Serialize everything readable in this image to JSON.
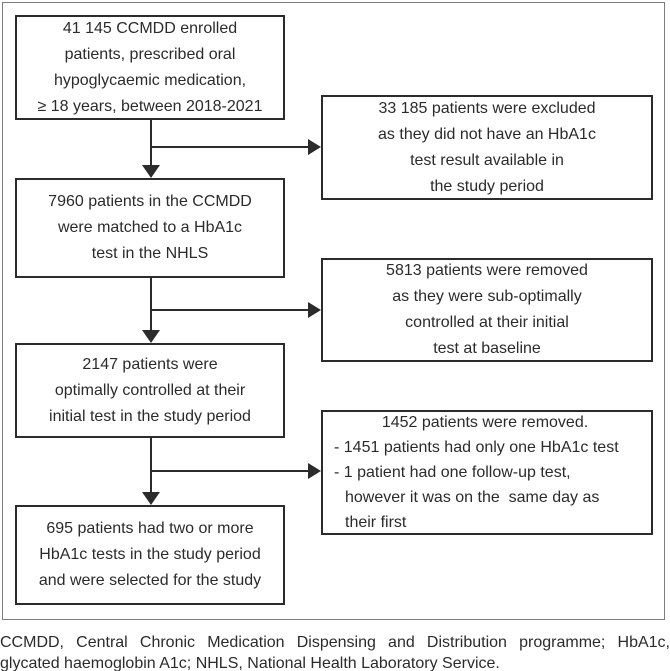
{
  "figure": {
    "left_boxes": [
      {
        "id": "enrolled",
        "lines": [
          "41 145 CCMDD enrolled",
          "patients, prescribed oral",
          "hypoglycaemic medication,",
          "≥ 18 years, between 2018-2021"
        ]
      },
      {
        "id": "matched",
        "lines": [
          "7960 patients in the CCMDD",
          "were matched to a HbA1c",
          "test in the NHLS"
        ]
      },
      {
        "id": "optimal",
        "lines": [
          "2147 patients were",
          "optimally controlled at their",
          "initial test in the study period"
        ]
      },
      {
        "id": "selected",
        "lines": [
          "695 patients had two or more",
          "HbA1c tests in the study period",
          "and were selected for the study"
        ]
      }
    ],
    "right_boxes": [
      {
        "id": "excluded-no-hba1c",
        "lines": [
          "33 185 patients were excluded",
          "as they did not have an HbA1c",
          "test result available in",
          "the study period"
        ]
      },
      {
        "id": "removed-suboptimal",
        "lines": [
          "5813 patients were removed",
          "as they were sub-optimally",
          "controlled at their initial",
          "test at baseline"
        ]
      },
      {
        "id": "removed-1452",
        "lines": [
          "1452 patients were removed.",
          "- 1451 patients had only one HbA1c test",
          "- 1 patient had one follow-up test,",
          "however it was on the  same day as",
          "their first"
        ]
      }
    ],
    "footnote": {
      "line1": "CCMDD, Central Chronic Medication Dispensing and Distribution programme; HbA1c,",
      "line2": "glycated haemoglobin A1c; NHLS, National Health Laboratory Service."
    },
    "colors": {
      "box_border": "#2b2b2b",
      "text": "#2b2b2b",
      "frame_border": "#7d7d7d",
      "background": "#ffffff"
    }
  }
}
